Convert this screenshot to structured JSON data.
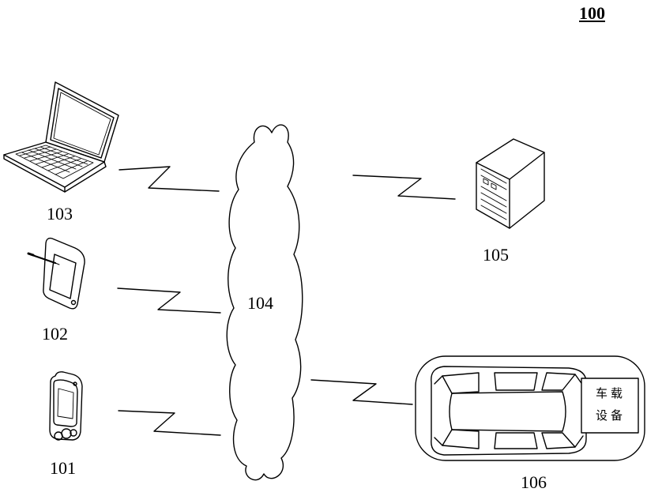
{
  "figure": {
    "ref": "100"
  },
  "nodes": {
    "laptop": {
      "label": "103",
      "icon": "laptop-icon"
    },
    "tablet": {
      "label": "102",
      "icon": "tablet-icon"
    },
    "phone": {
      "label": "101",
      "icon": "phone-icon"
    },
    "network": {
      "label": "104",
      "icon": "cloud-icon"
    },
    "server": {
      "label": "105",
      "icon": "server-icon"
    },
    "vehicle": {
      "label": "106",
      "icon": "car-icon",
      "device_line1": "车载",
      "device_line2": "设备"
    }
  },
  "links": [
    {
      "from": "laptop",
      "to": "network",
      "type": "wireless"
    },
    {
      "from": "tablet",
      "to": "network",
      "type": "wireless"
    },
    {
      "from": "phone",
      "to": "network",
      "type": "wireless"
    },
    {
      "from": "network",
      "to": "server",
      "type": "wireless"
    },
    {
      "from": "network",
      "to": "vehicle",
      "type": "wireless"
    }
  ]
}
